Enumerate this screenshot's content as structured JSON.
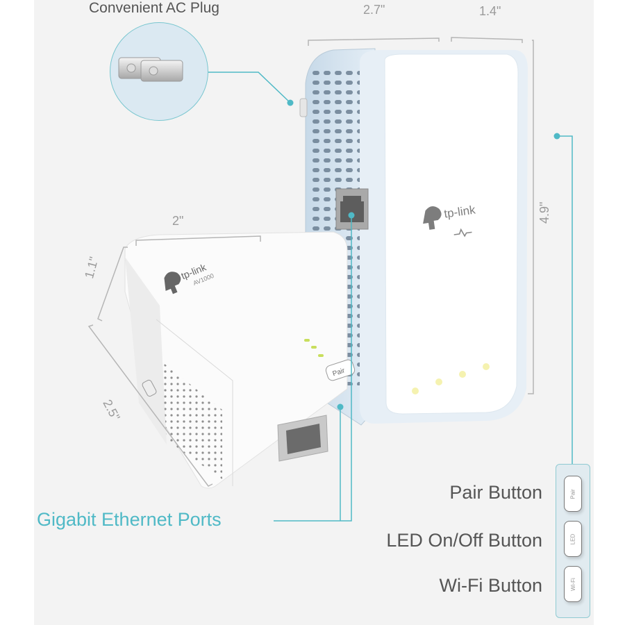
{
  "image": {
    "background_color": "#f3f3f3",
    "accent_color": "#4fb9c6"
  },
  "callouts": {
    "ac_plug": "Convenient AC Plug",
    "ethernet": "Gigabit Ethernet Ports",
    "pair_button": "Pair Button",
    "led_button": "LED On/Off Button",
    "wifi_button": "Wi-Fi Button"
  },
  "dimensions": {
    "large_width": "2.7\"",
    "large_depth": "1.4\"",
    "large_height": "4.9\"",
    "small_width": "2\"",
    "small_depth": "1.1\"",
    "small_length": "2.5\""
  },
  "devices": {
    "large": {
      "brand": "tp-link"
    },
    "small": {
      "brand": "tp-link",
      "model": "AV1000",
      "pair_label": "Pair"
    }
  },
  "side_buttons": [
    {
      "label": "Pair"
    },
    {
      "label": "LED"
    },
    {
      "label": "Wi-Fi"
    }
  ]
}
